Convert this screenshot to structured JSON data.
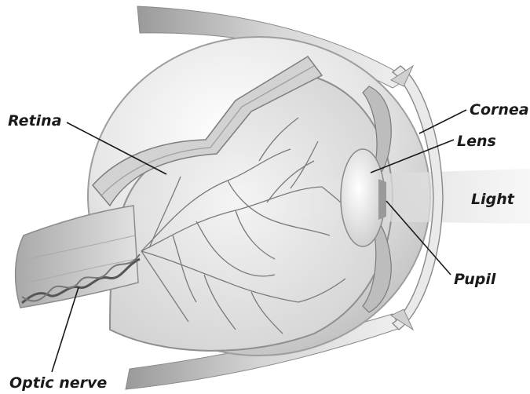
{
  "labels": {
    "retina": "Retina",
    "cornea": "Cornea",
    "lens": "Lens",
    "light": "Light",
    "pupil": "Pupil",
    "optic_nerve": "Optic nerve"
  }
}
